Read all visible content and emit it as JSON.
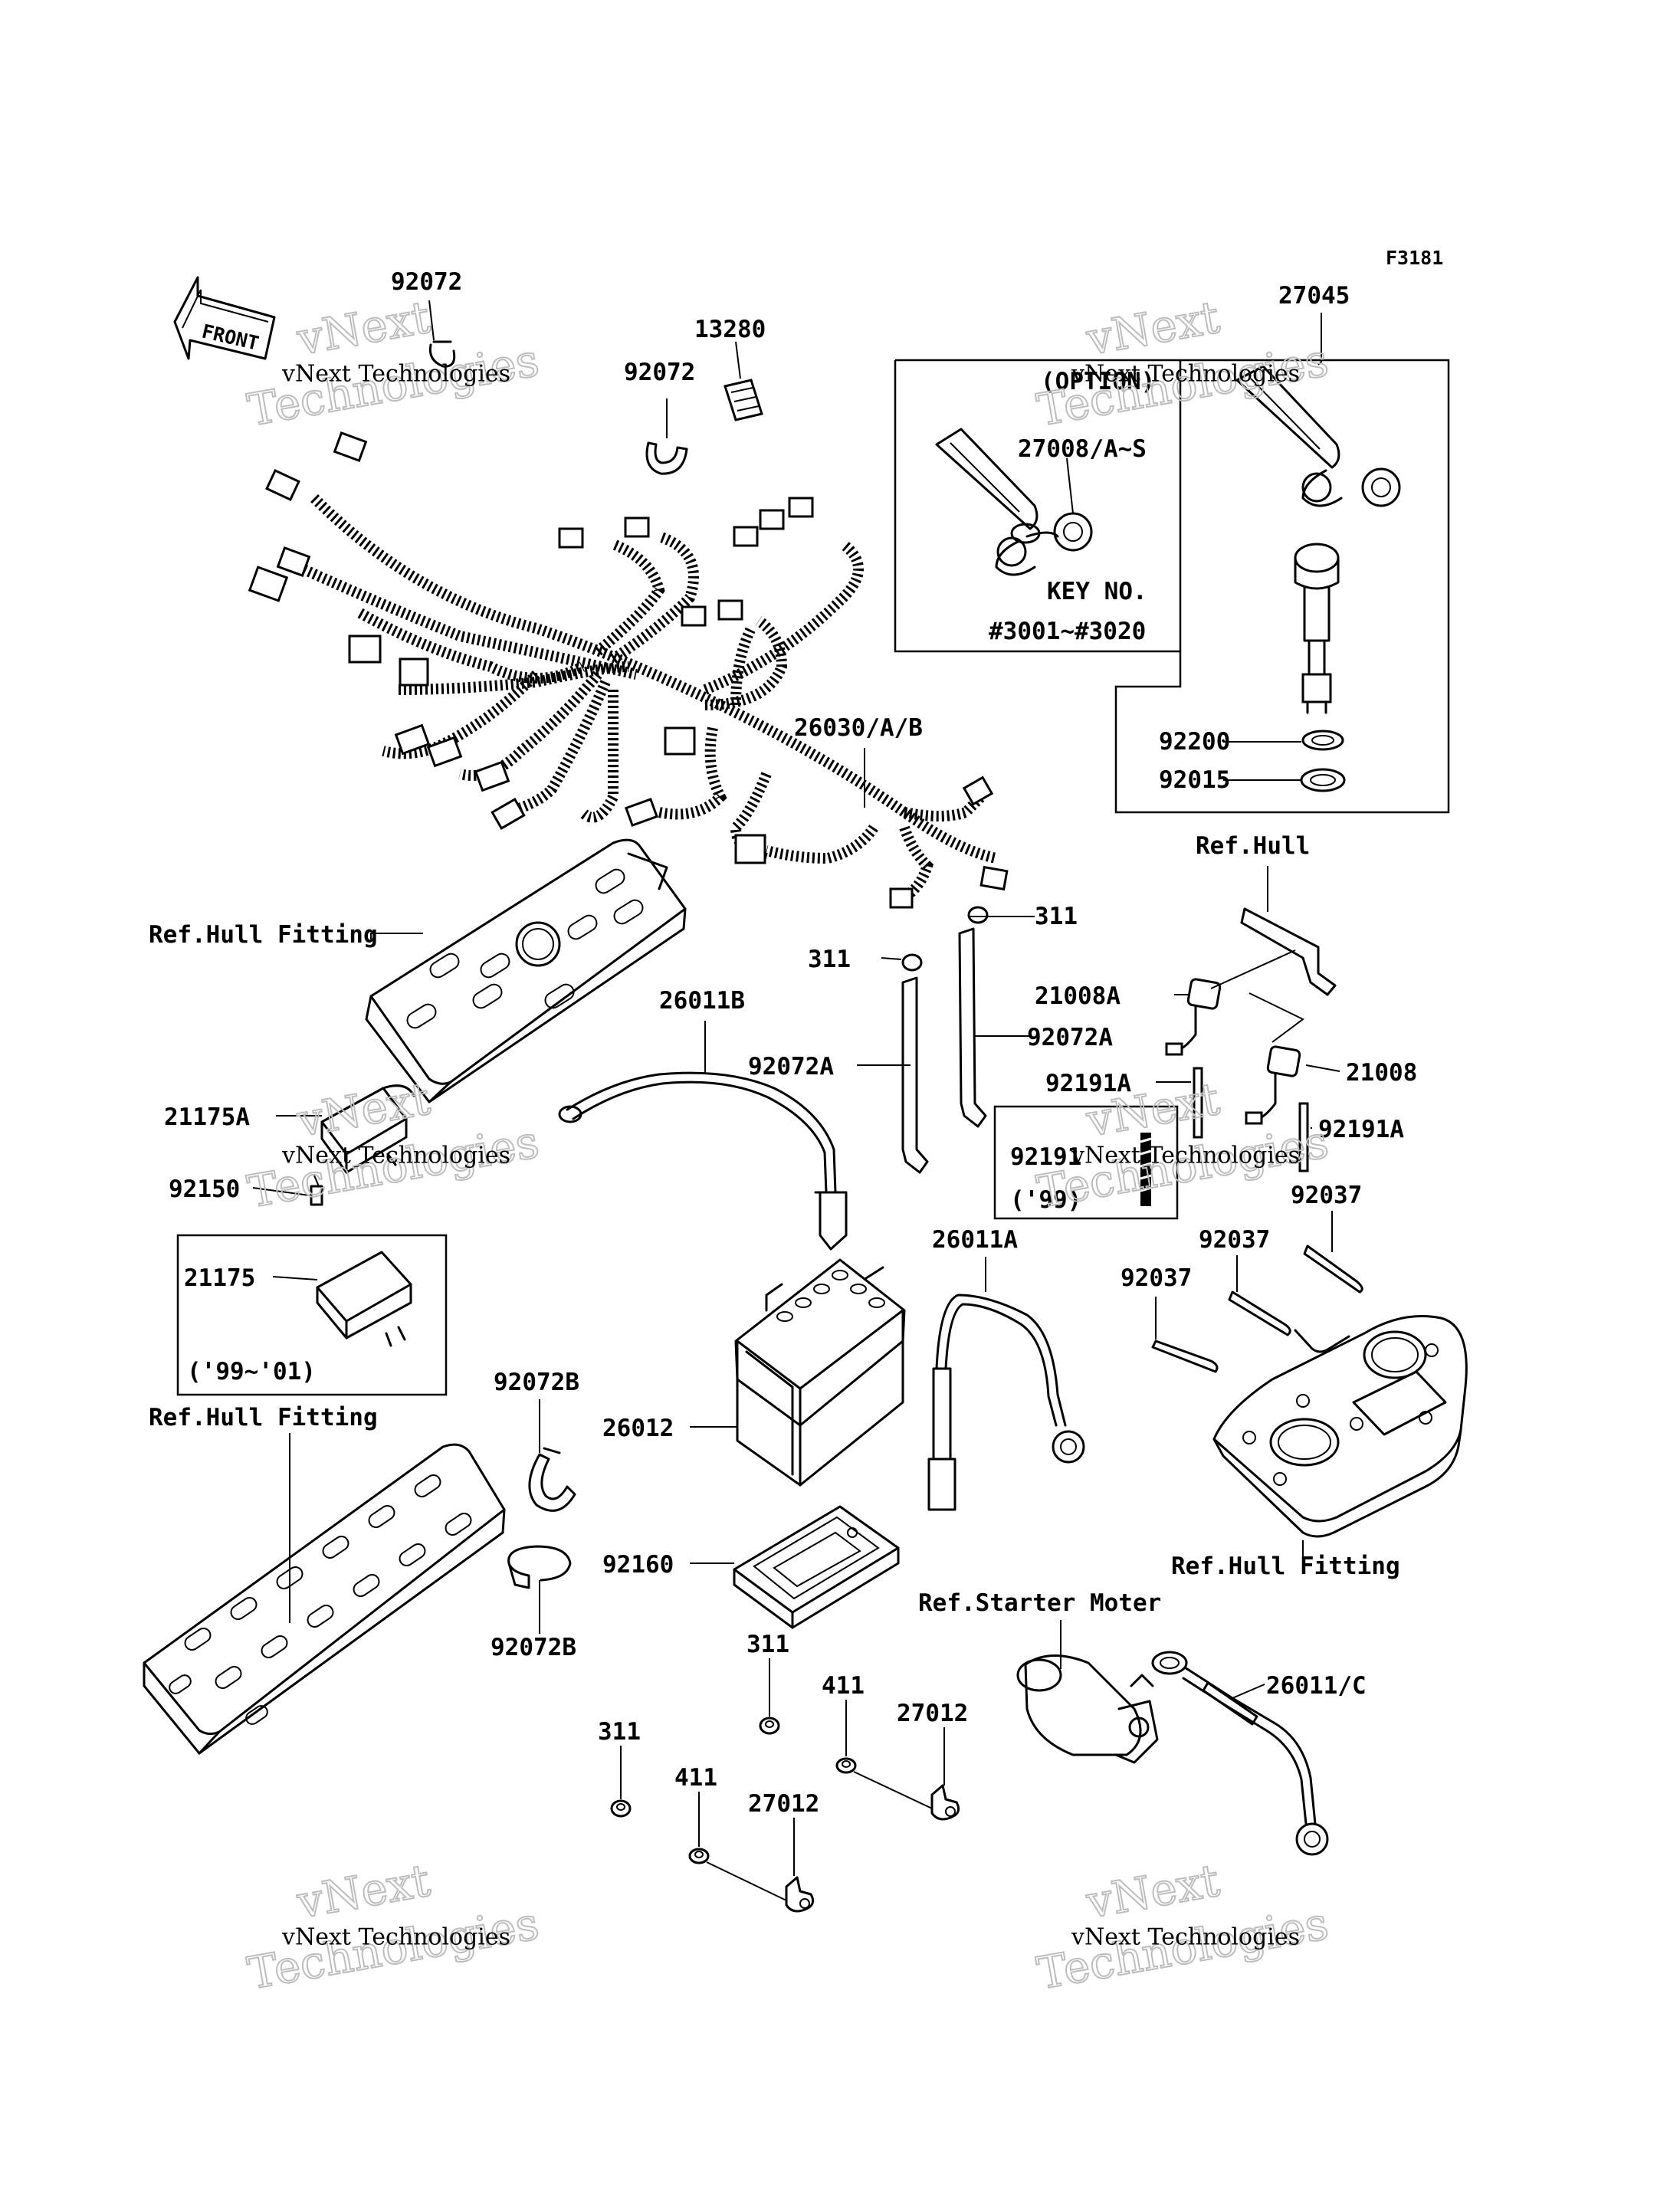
{
  "figure_code": "F3181",
  "front_arrow_label": "FRONT",
  "watermark": {
    "small": "vNext Technologies",
    "big_line1": "vNext",
    "big_line2": "Technologies"
  },
  "callouts": {
    "p92072_top": "92072",
    "p13280": "13280",
    "p92072_mid": "92072",
    "p27045": "27045",
    "option": "(OPTION)",
    "p27008": "27008/A~S",
    "key_no": "KEY NO.",
    "key_range": "#3001~#3020",
    "p92200": "92200",
    "p92015": "92015",
    "p26030": "26030/A/B",
    "ref_hull_top": "Ref.Hull",
    "ref_hull_fitting_1": "Ref.Hull Fitting",
    "p311_a": "311",
    "p311_b": "311",
    "p26011B": "26011B",
    "p21008A": "21008A",
    "p92072A_left": "92072A",
    "p92072A_right": "92072A",
    "p92191A_left": "92191A",
    "p21008": "21008",
    "p21175A": "21175A",
    "p92191A_right": "92191A",
    "p92191": "92191",
    "p99": "('99)",
    "p92150": "92150",
    "p92037_a": "92037",
    "p26011A": "26011A",
    "p92037_b": "92037",
    "p21175": "21175",
    "p92037_c": "92037",
    "p99_01": "('99~'01)",
    "p92072B_top": "92072B",
    "ref_hull_fitting_2": "Ref.Hull Fitting",
    "p26012": "26012",
    "p92160": "92160",
    "ref_hull_fitting_3": "Ref.Hull Fitting",
    "ref_starter": "Ref.Starter Moter",
    "p92072B_bottom": "92072B",
    "p311_c": "311",
    "p26011C": "26011/C",
    "p411_a": "411",
    "p27012_a": "27012",
    "p311_d": "311",
    "p411_b": "411",
    "p27012_b": "27012"
  }
}
